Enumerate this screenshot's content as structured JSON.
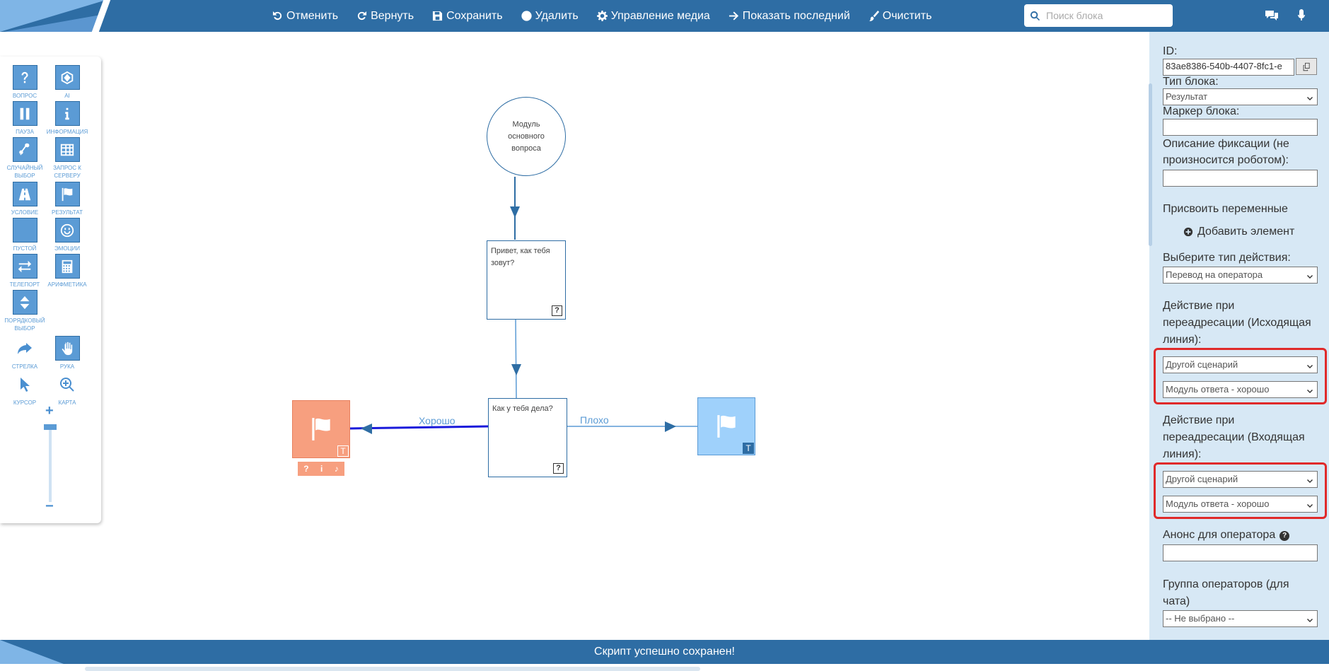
{
  "toolbar": {
    "undo": "Отменить",
    "redo": "Вернуть",
    "save": "Сохранить",
    "delete": "Удалить",
    "media": "Управление медиа",
    "show_last": "Показать последний",
    "clear": "Очистить"
  },
  "search": {
    "placeholder": "Поиск блока"
  },
  "palette": {
    "question": "ВОПРОС",
    "ai": "AI",
    "pause": "ПАУЗА",
    "info": "ИНФОРМАЦИЯ",
    "random": "СЛУЧАЙНЫЙ ВЫБОР",
    "server": "ЗАПРОС К СЕРВЕРУ",
    "condition": "УСЛОВИЕ",
    "result": "РЕЗУЛЬТАТ",
    "empty": "ПУСТОЙ",
    "emotions": "ЭМОЦИИ",
    "teleport": "ТЕЛЕПОРТ",
    "arithmetic": "АРИФМЕТИКА",
    "ordinal": "ПОРЯДКОВЫЙ ВЫБОР",
    "arrow": "СТРЕЛКА",
    "hand": "РУКА",
    "cursor": "КУРСОР",
    "map": "КАРТА",
    "zoom_in": "+",
    "zoom_out": "−"
  },
  "diagram": {
    "start_node": "Модуль основного вопроса",
    "node_greeting": "Привет, как тебя зовут?",
    "node_how": "Как у тебя дела?",
    "edge_good": "Хорошо",
    "edge_bad": "Плохо",
    "badge_q": "?",
    "badge_t": "T",
    "result_good_color": "#f79f7f",
    "result_bad_color": "#9fd1fb"
  },
  "panel": {
    "id_label": "ID:",
    "id_value": "83ae8386-540b-4407-8fc1-e",
    "block_type_label": "Тип блока:",
    "block_type_value": "Результат",
    "marker_label": "Маркер блока:",
    "marker_value": "",
    "fix_desc_label_1": "Описание фиксации (не",
    "fix_desc_label_2": "произносится роботом):",
    "fix_desc_value": "",
    "assign_vars_label": "Присвоить переменные",
    "add_element": "Добавить элемент",
    "action_type_label": "Выберите тип действия:",
    "action_type_value": "Перевод на оператора",
    "out_action_label_1": "Действие при",
    "out_action_label_2": "переадресации (Исходящая",
    "out_action_label_3": "линия):",
    "out_select_1": "Другой сценарий",
    "out_select_2": "Модуль ответа - хорошо",
    "in_action_label_1": "Действие при",
    "in_action_label_2": "переадресации (Входящая",
    "in_action_label_3": "линия):",
    "in_select_1": "Другой сценарий",
    "in_select_2": "Модуль ответа - хорошо",
    "announce_label": "Анонс для оператора",
    "announce_value": "",
    "op_group_label_1": "Группа операторов (для",
    "op_group_label_2": "чата)",
    "op_group_value": "-- Не выбрано --",
    "highlight_color": "#e02a2a"
  },
  "status": {
    "message": "Скрипт успешно сохранен!"
  }
}
